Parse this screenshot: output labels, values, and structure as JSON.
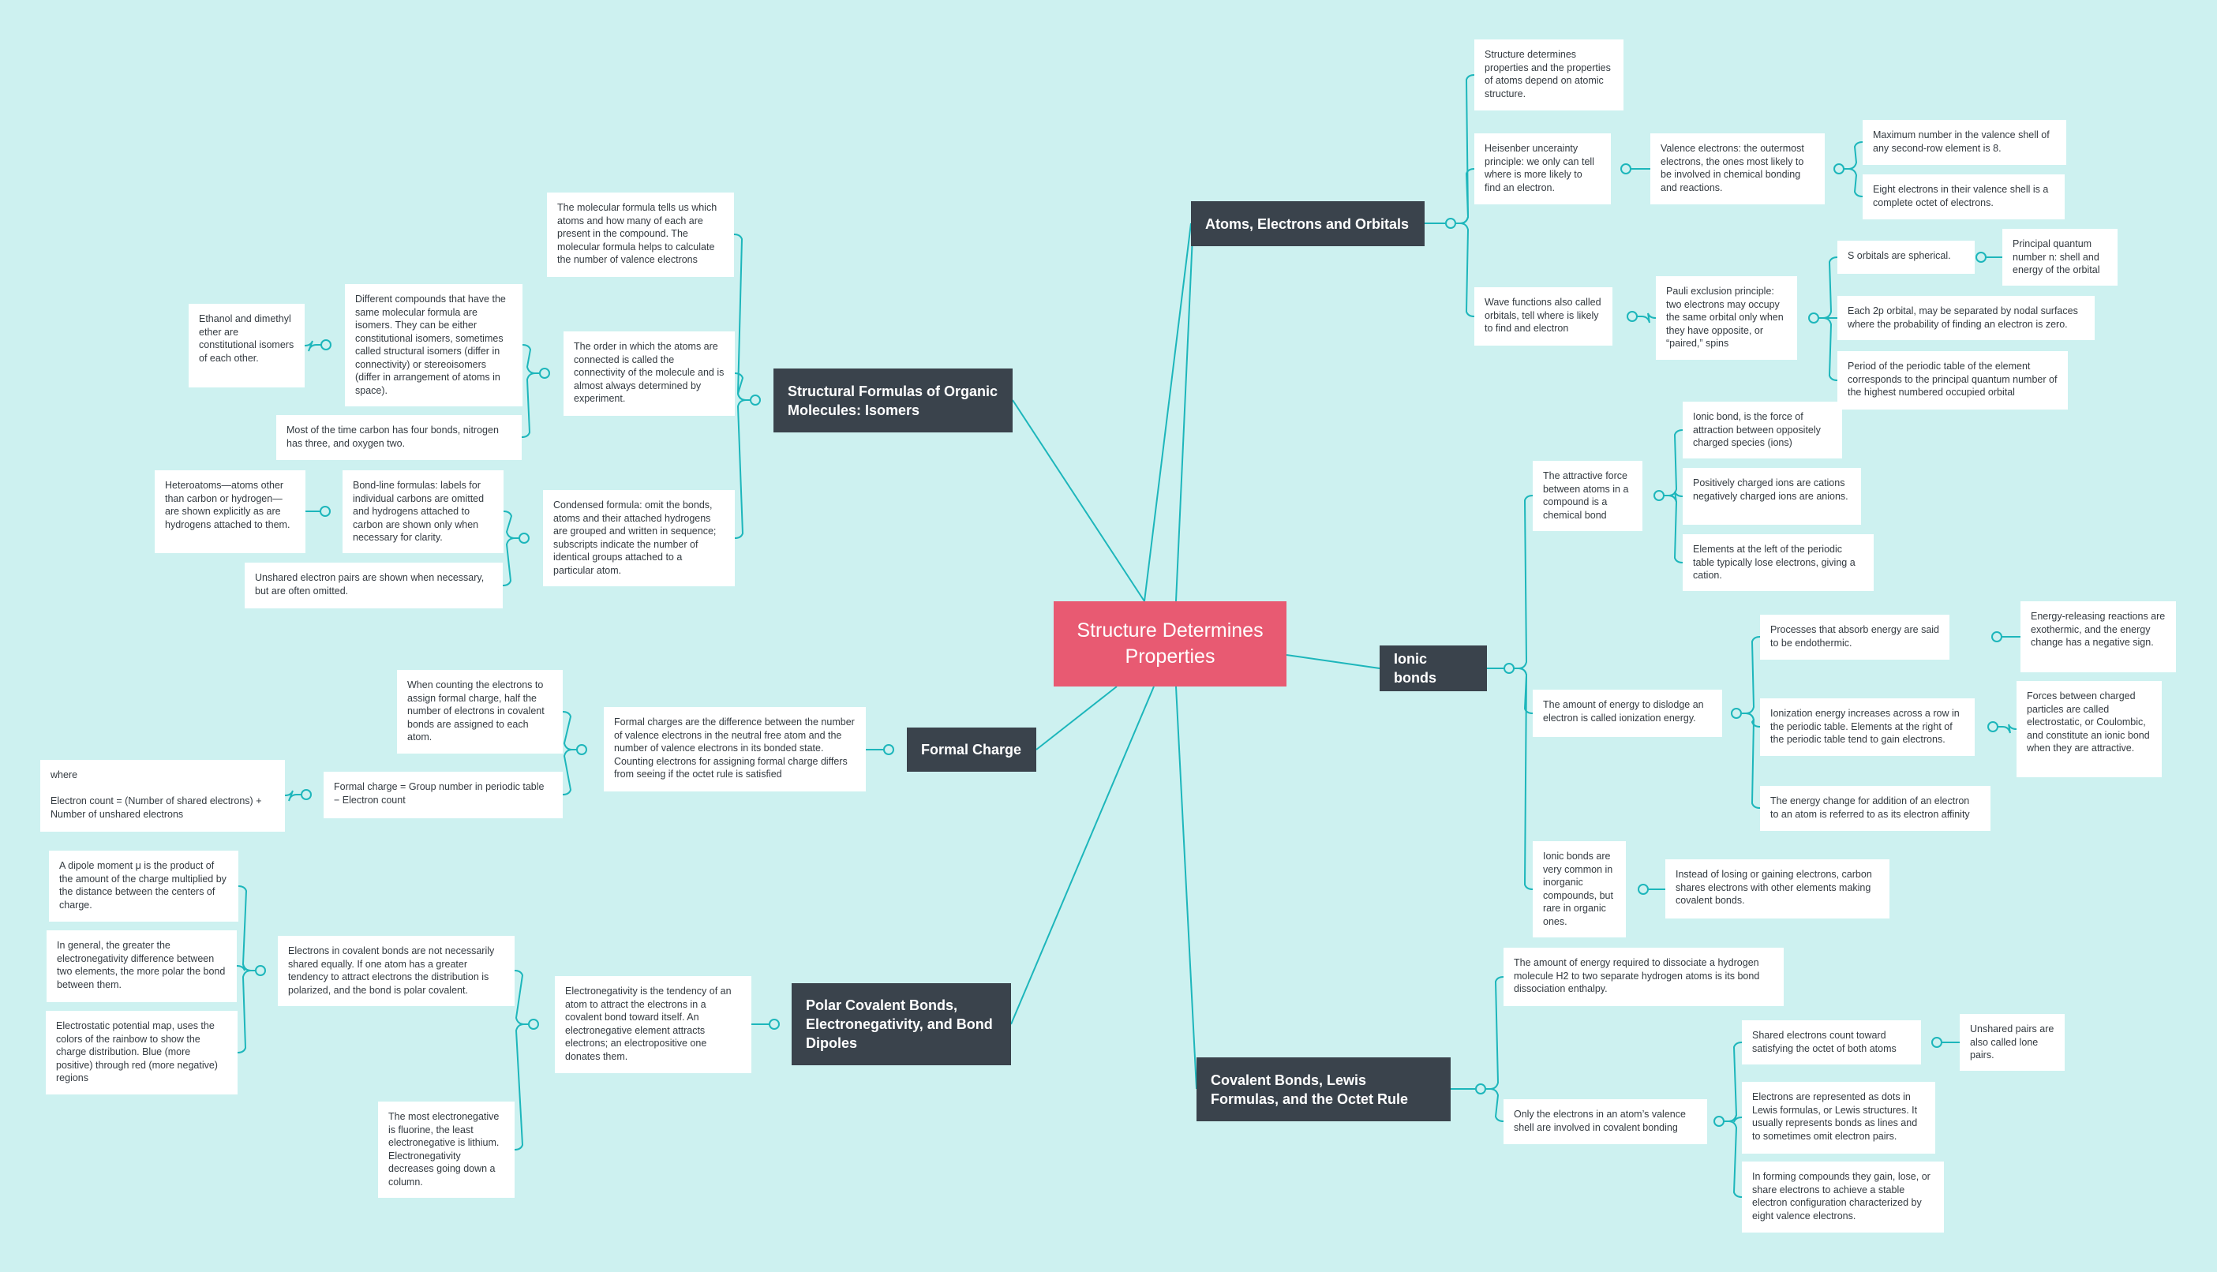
{
  "colors": {
    "background": "#cdf1f0",
    "root": "#e85a72",
    "main": "#3a434c",
    "leaf": "#ffffff",
    "line": "#1db6bb"
  },
  "root": "Structure Determines Properties",
  "main": {
    "atoms": "Atoms, Electrons and Orbitals",
    "ionic": "Ionic bonds",
    "covalent": "Covalent Bonds, Lewis Formulas, and the Octet Rule",
    "polar": "Polar Covalent Bonds, Electronegativity, and Bond Dipoles",
    "formal": "Formal Charge",
    "structural": "Structural Formulas of Organic Molecules: Isomers"
  },
  "nodes": {
    "a1": "Structure determines properties and the properties of atoms depend on atomic structure.",
    "a2": "Heisenber uncerainty principle: we only can tell where is more likely to find an electron.",
    "a3": "Valence electrons: the outermost electrons, the ones most likely to be involved in chemical bonding and reactions.",
    "a4": "Maximum number in the valence shell of any second-row element is 8.",
    "a5": "Eight electrons in their valence shell is a complete octet of electrons.",
    "a6": "Wave functions also called orbitals, tell where is likely to find and electron",
    "a7": "Pauli exclusion principle: two electrons may occupy the same orbital only when they have opposite, or “paired,” spins",
    "a8": "S orbitals are spherical.",
    "a9": "Principal quantum number n: shell and energy of the orbital",
    "a10": "Each 2p orbital, may be separated by nodal surfaces where the probability of finding an electron is zero.",
    "a11": "Period of the periodic table of the element corresponds to the principal quantum number of the highest numbered occupied orbital",
    "i1": "The attractive force between atoms in a compound is a chemical bond",
    "i2": "Ionic bond, is the force of attraction between oppositely charged species (ions)",
    "i3": "Positively charged ions are cations negatively charged ions are anions.",
    "i4": "Elements at the left of the periodic table typically lose electrons, giving a cation.",
    "i5": "The amount of energy to dislodge an electron is called ionization energy.",
    "i6": "Processes that absorb energy are said to be endothermic.",
    "i7": "Energy-releasing reactions are exothermic, and the energy change has a negative sign.",
    "i8": "Ionization energy increases across a row in the periodic table. Elements at the right of the periodic table tend to gain electrons.",
    "i9": "Forces between charged particles are called electrostatic, or Coulombic, and constitute an ionic bond when they are attractive.",
    "i10": "The energy change for addition of an electron to an atom is referred to as its electron affinity",
    "i11": "Ionic bonds are very common in inorganic compounds, but rare in organic ones.",
    "i12": "Instead of losing or gaining electrons, carbon shares electrons with other elements making covalent bonds.",
    "c1": "The amount of energy required to dissociate a hydrogen molecule H2 to two separate hydrogen atoms is its bond dissociation enthalpy.",
    "c2": "Only the electrons in an atom’s valence shell are involved in covalent bonding",
    "c3": "Shared electrons count toward satisfying the octet of both atoms",
    "c4": "Unshared pairs are also called lone pairs.",
    "c5": "Electrons are represented as dots in Lewis formulas, or Lewis structures. It usually represents bonds as lines and to sometimes omit electron pairs.",
    "c6": "In forming compounds they gain, lose, or share electrons to achieve a stable electron configuration characterized by eight valence electrons.",
    "p1": "Electronegativity is the tendency of an atom to attract the electrons in a covalent bond toward itself. An electronegative element attracts electrons; an electropositive one donates them.",
    "p2": "Electrons in covalent bonds are not necessarily shared equally. If one atom has a greater tendency to attract electrons the distribution is polarized, and the bond is polar covalent.",
    "p3": "A dipole moment μ is the product of the amount of the charge multiplied by the distance between the centers of charge.",
    "p4": "In general, the greater the electronegativity difference between two elements, the more polar the bond between them.",
    "p5": "Electrostatic potential map, uses the colors of the rainbow to show the charge distribution. Blue (more positive) through red (more negative) regions",
    "p6": "The most electronegative is fluorine, the least electronegative is lithium. Electronegativity decreases going down a column.",
    "f1": "Formal charges are the difference between the number of valence electrons in the neutral free atom and the number of valence electrons in its bonded state. Counting electrons for assigning formal charge differs from seeing if the octet rule is satisfied",
    "f2": "When counting the electrons to assign formal charge, half the number of electrons in covalent bonds are assigned to each atom.",
    "f3": "Formal charge = Group number in periodic table − Electron count",
    "f4": "where\n\nElectron count = (Number of shared electrons) + Number of unshared electrons",
    "s1": "The molecular formula tells us which atoms and how many of each are present in the compound. The molecular formula helps to calculate the number of valence electrons",
    "s2": "The order in which the atoms are connected is called the connectivity of the molecule and is almost always determined by experiment.",
    "s3": "Different compounds that have the same molecular formula are isomers. They can be either constitutional isomers, sometimes called structural isomers (differ in connectivity) or stereoisomers (differ in arrangement of atoms in space).",
    "s4": "Ethanol and dimethyl ether are constitutional isomers of each other.",
    "s5": "Most of the time carbon has four bonds, nitrogen has three, and oxygen two.",
    "s6": "Condensed formula: omit the bonds, atoms and their attached hydrogens are grouped and written in sequence; subscripts indicate the number of identical groups attached to a particular atom.",
    "s7": "Bond-line formulas: labels for individual carbons are omitted and hydrogens attached to carbon are shown only when necessary for clarity.",
    "s8": "Heteroatoms—atoms other than carbon or hydrogen—are shown explicitly as are hydrogens attached to them.",
    "s9": "Unshared electron pairs are shown when necessary, but are often omitted."
  }
}
